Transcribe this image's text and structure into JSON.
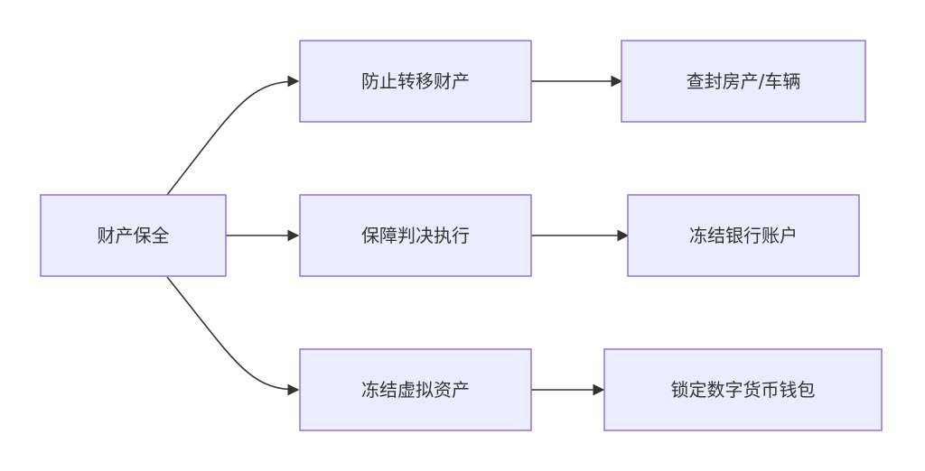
{
  "diagram": {
    "nodes": [
      {
        "id": "root",
        "label": "财产保全"
      },
      {
        "id": "a1",
        "label": "防止转移财产"
      },
      {
        "id": "a2",
        "label": "查封房产/车辆"
      },
      {
        "id": "b1",
        "label": "保障判决执行"
      },
      {
        "id": "b2",
        "label": "冻结银行账户"
      },
      {
        "id": "c1",
        "label": "冻结虚拟资产"
      },
      {
        "id": "c2",
        "label": "锁定数字货币钱包"
      }
    ],
    "edges": [
      {
        "from": "root",
        "to": "a1"
      },
      {
        "from": "root",
        "to": "b1"
      },
      {
        "from": "root",
        "to": "c1"
      },
      {
        "from": "a1",
        "to": "a2"
      },
      {
        "from": "b1",
        "to": "b2"
      },
      {
        "from": "c1",
        "to": "c2"
      }
    ]
  }
}
